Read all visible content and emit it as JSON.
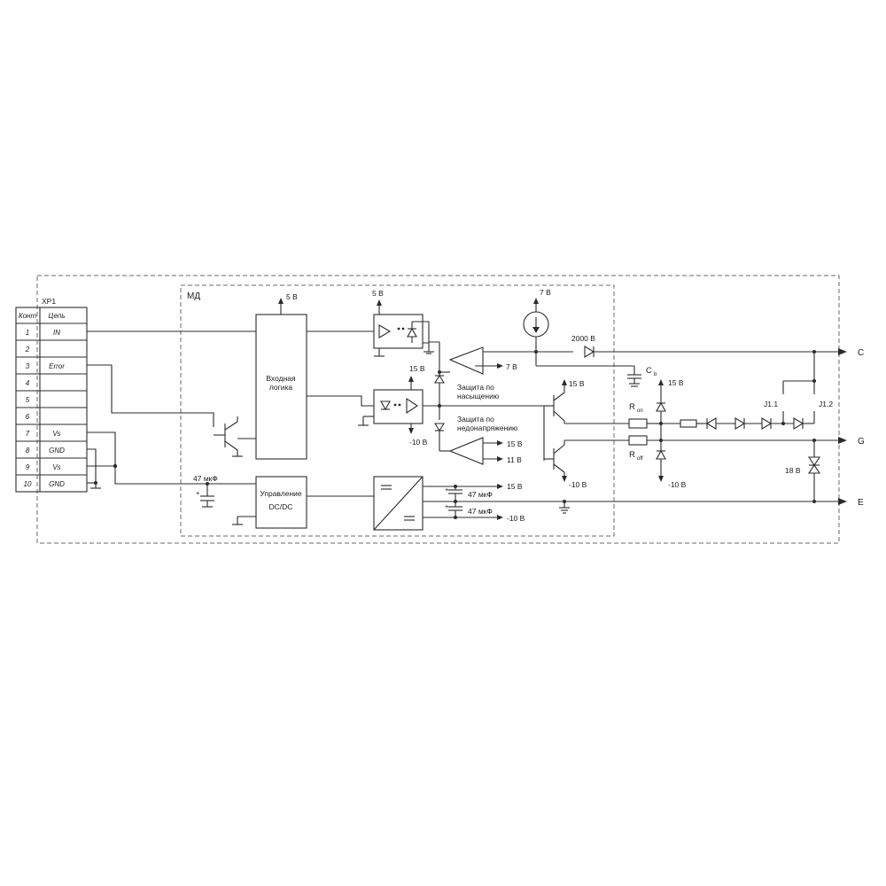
{
  "connector": {
    "name": "XP1",
    "header": {
      "contact": "Конт",
      "circuit": "Цепь"
    },
    "rows": [
      {
        "pin": "1",
        "signal": "IN"
      },
      {
        "pin": "2",
        "signal": ""
      },
      {
        "pin": "3",
        "signal": "Error"
      },
      {
        "pin": "4",
        "signal": ""
      },
      {
        "pin": "5",
        "signal": ""
      },
      {
        "pin": "6",
        "signal": ""
      },
      {
        "pin": "7",
        "signal": "Vs"
      },
      {
        "pin": "8",
        "signal": "GND"
      },
      {
        "pin": "9",
        "signal": "Vs"
      },
      {
        "pin": "10",
        "signal": "GND"
      }
    ]
  },
  "module": {
    "label": "МД"
  },
  "blocks": {
    "input_logic": "Входная логика",
    "dcdc_control_line1": "Управление",
    "dcdc_control_line2": "DC/DC"
  },
  "labels": {
    "v5_logic": "5 В",
    "v5_opto": "5 В",
    "v7_source": "7 В",
    "v2000": "2000 В",
    "v7_ref": "7 В",
    "cb_main": "C",
    "cb_sub": "b",
    "v15_left": "15 В",
    "desat_line1": "Защита по",
    "desat_line2": "насыщению",
    "v15_driver": "15 В",
    "v15_clamp": "15 В",
    "ron_main": "R",
    "ron_sub": "on",
    "j11": "J1.1",
    "j12": "J1.2",
    "uv_line1": "Защита по",
    "uv_line2": "недонапряжению",
    "vm10_left": "-10 В",
    "v15_uv": "15 В",
    "v11_uv": "11 В",
    "roff_main": "R",
    "roff_sub": "off",
    "vm10_driver": "-10 В",
    "vm10_clamp": "-10 В",
    "v18_tvs": "18 В",
    "cap47_in": "47 мкФ",
    "cap47_15": "47 мкФ",
    "v15_out": "15 В",
    "cap47_m10": "47 мкФ",
    "vm10_out": "-10 В"
  },
  "terminals": {
    "c": "C",
    "g": "G",
    "e": "E"
  }
}
